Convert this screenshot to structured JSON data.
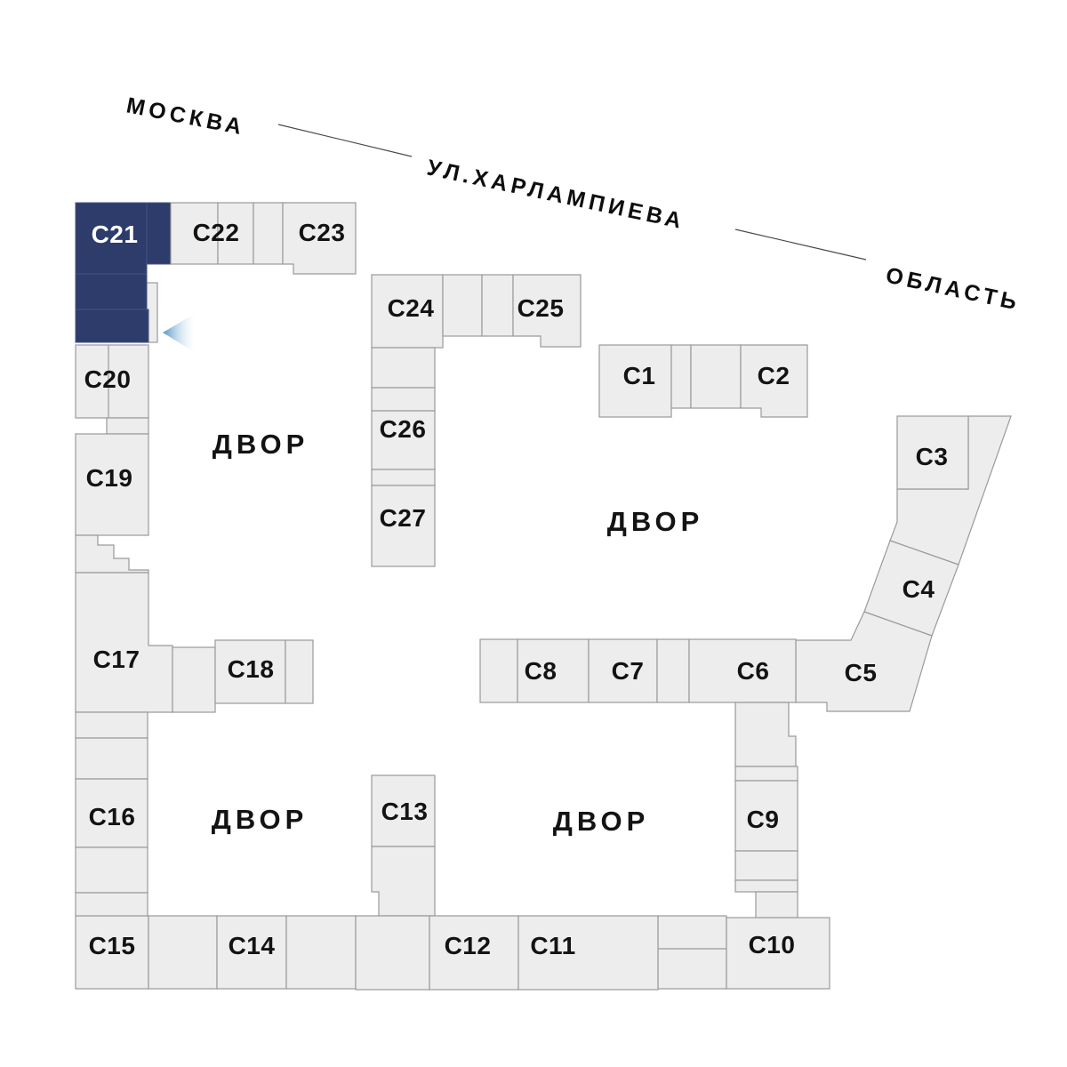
{
  "plan": {
    "selected_building": "С21",
    "courtyard_label": "ДВОР",
    "street": {
      "from": "МОСКВА",
      "name": "УЛ.ХАРЛАМПИЕВА",
      "to": "ОБЛАСТЬ"
    },
    "buildings": [
      {
        "id": "c1",
        "label": "С1",
        "highlighted": false
      },
      {
        "id": "c2",
        "label": "С2",
        "highlighted": false
      },
      {
        "id": "c3",
        "label": "С3",
        "highlighted": false
      },
      {
        "id": "c4",
        "label": "С4",
        "highlighted": false
      },
      {
        "id": "c5",
        "label": "С5",
        "highlighted": false
      },
      {
        "id": "c6",
        "label": "С6",
        "highlighted": false
      },
      {
        "id": "c7",
        "label": "С7",
        "highlighted": false
      },
      {
        "id": "c8",
        "label": "С8",
        "highlighted": false
      },
      {
        "id": "c9",
        "label": "С9",
        "highlighted": false
      },
      {
        "id": "c10",
        "label": "С10",
        "highlighted": false
      },
      {
        "id": "c11",
        "label": "С11",
        "highlighted": false
      },
      {
        "id": "c12",
        "label": "С12",
        "highlighted": false
      },
      {
        "id": "c13",
        "label": "С13",
        "highlighted": false
      },
      {
        "id": "c14",
        "label": "С14",
        "highlighted": false
      },
      {
        "id": "c15",
        "label": "С15",
        "highlighted": false
      },
      {
        "id": "c16",
        "label": "С16",
        "highlighted": false
      },
      {
        "id": "c17",
        "label": "С17",
        "highlighted": false
      },
      {
        "id": "c18",
        "label": "С18",
        "highlighted": false
      },
      {
        "id": "c19",
        "label": "С19",
        "highlighted": false
      },
      {
        "id": "c20",
        "label": "С20",
        "highlighted": false
      },
      {
        "id": "c21",
        "label": "С21",
        "highlighted": true
      },
      {
        "id": "c22",
        "label": "С22",
        "highlighted": false
      },
      {
        "id": "c23",
        "label": "С23",
        "highlighted": false
      },
      {
        "id": "c24",
        "label": "С24",
        "highlighted": false
      },
      {
        "id": "c25",
        "label": "С25",
        "highlighted": false
      },
      {
        "id": "c26",
        "label": "С26",
        "highlighted": false
      },
      {
        "id": "c27",
        "label": "С27",
        "highlighted": false
      }
    ],
    "colors": {
      "highlight": "#2d3c6b",
      "highlight_stroke": "#45537f",
      "highlight_label": "#ffffff",
      "block_fill": "#ededed",
      "block_stroke": "#9a9a9a",
      "label_text": "#131313",
      "arrow_color": "#4f93c4",
      "street_line": "#4a4a4a"
    }
  }
}
